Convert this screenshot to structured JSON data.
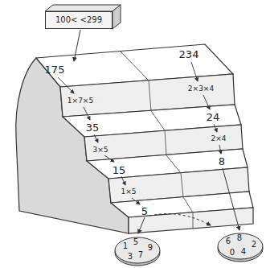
{
  "diagram": {
    "nodes": [
      {
        "text": [
          "100< <299"
        ]
      },
      {
        "text": [
          "1",
          "5",
          "3",
          "7",
          "9"
        ]
      },
      {
        "text": [
          "6",
          "8",
          "0",
          "4",
          "2"
        ]
      }
    ],
    "labels": [
      "175",
      "234",
      "1×7×5",
      "2×3×4",
      "35",
      "24",
      "3×5",
      "2×4",
      "15",
      "8",
      "1×5",
      "5"
    ]
  }
}
